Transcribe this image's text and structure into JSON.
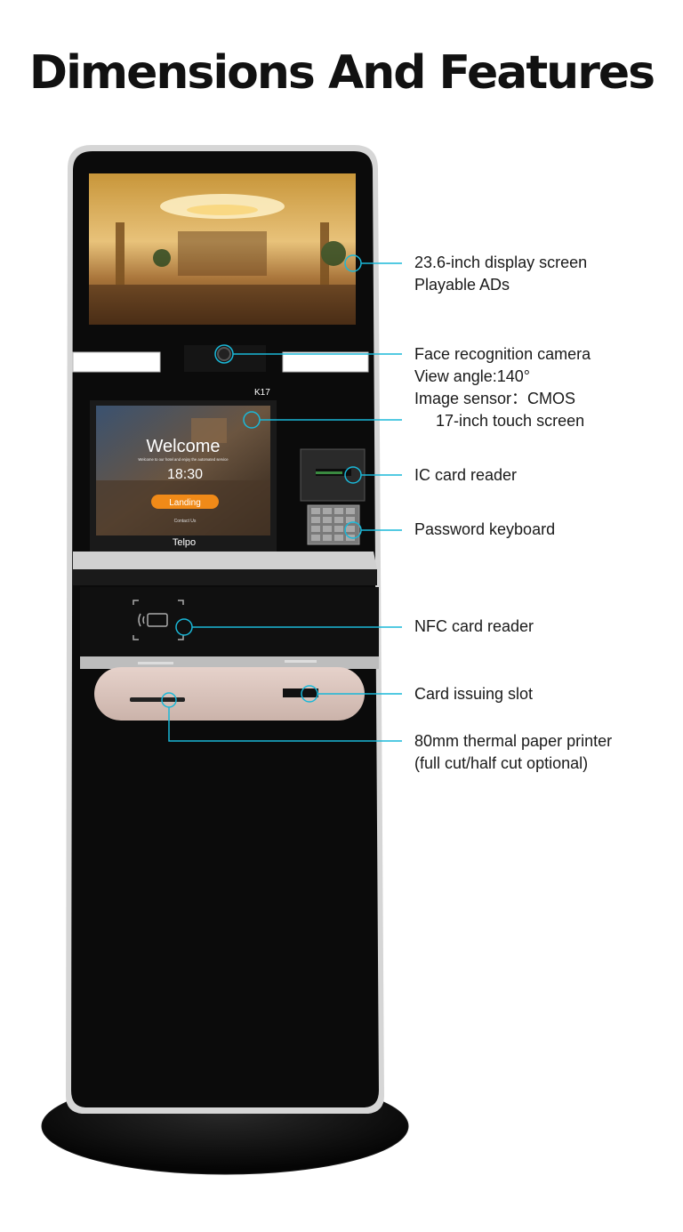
{
  "title": "Dimensions And Features",
  "kiosk": {
    "model_tag": "K17",
    "brand": "Telpo",
    "touch_screen": {
      "welcome": "Welcome",
      "subtitle": "Welcome to our hotel and enjoy the automated service",
      "time": "18:30",
      "button": "Landing",
      "contact": "Contact Us"
    }
  },
  "features": [
    {
      "lines": [
        "23.6-inch display screen",
        "Playable ADs"
      ]
    },
    {
      "lines": [
        "Face recognition camera",
        "View angle:140°",
        "Image sensor：CMOS",
        "17-inch touch screen"
      ]
    },
    {
      "lines": [
        "IC card reader"
      ]
    },
    {
      "lines": [
        "Password keyboard"
      ]
    },
    {
      "lines": [
        "NFC card reader"
      ]
    },
    {
      "lines": [
        "Card issuing slot"
      ]
    },
    {
      "lines": [
        "80mm thermal paper printer",
        "(full cut/half cut optional)"
      ]
    }
  ],
  "colors": {
    "accent": "#1ab8d8",
    "kiosk_body": "#0b0b0b",
    "silver_trim": "#d4d4d4",
    "printer_plate": "#dcc6bf"
  }
}
